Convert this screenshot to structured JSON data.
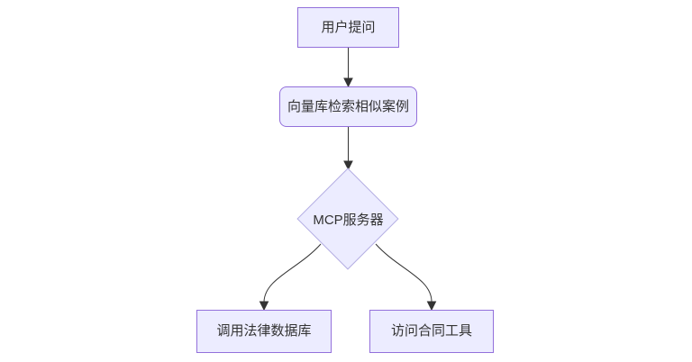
{
  "diagram": {
    "type": "flowchart",
    "direction": "top-down",
    "nodes": [
      {
        "id": "user-question",
        "label": "用户提问",
        "shape": "rectangle"
      },
      {
        "id": "vector-search",
        "label": "向量库检索相似案例",
        "shape": "rounded-rectangle"
      },
      {
        "id": "mcp-server",
        "label": "MCP服务器",
        "shape": "diamond"
      },
      {
        "id": "legal-database",
        "label": "调用法律数据库",
        "shape": "rectangle"
      },
      {
        "id": "contract-tool",
        "label": "访问合同工具",
        "shape": "rectangle"
      }
    ],
    "edges": [
      {
        "from": "user-question",
        "to": "vector-search"
      },
      {
        "from": "vector-search",
        "to": "mcp-server"
      },
      {
        "from": "mcp-server",
        "to": "legal-database"
      },
      {
        "from": "mcp-server",
        "to": "contract-tool"
      }
    ],
    "colors": {
      "background": "#ffffff",
      "node_fill": "#ECECFF",
      "node_border": "#9370DB",
      "diamond_border": "#b5afe3",
      "edge": "#333333",
      "text": "#333333"
    }
  }
}
